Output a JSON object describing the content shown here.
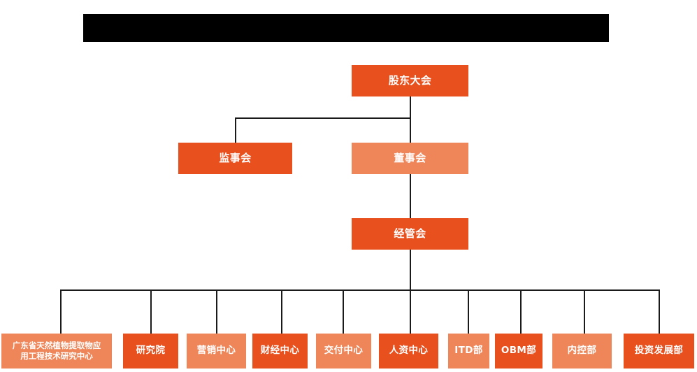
{
  "banner": {
    "name": "redacted-title-banner",
    "text": "",
    "color": "#000000"
  },
  "palette": {
    "background": "#ffffff",
    "accent_dark": "#E8501E",
    "accent_light": "#EE8659",
    "connector": "#1a1a1a",
    "node_text": "#ffffff"
  },
  "chart_data": {
    "type": "diagram",
    "diagram_type": "organization-chart",
    "title": "",
    "orientation": "top-down",
    "levels": [
      {
        "level": 1,
        "nodes": [
          {
            "id": "shareholders",
            "label": "股东大会",
            "tone": "dark"
          }
        ]
      },
      {
        "level": 2,
        "nodes": [
          {
            "id": "supervisors",
            "label": "监事会",
            "tone": "dark"
          },
          {
            "id": "directors",
            "label": "董事会",
            "tone": "light"
          }
        ]
      },
      {
        "level": 3,
        "nodes": [
          {
            "id": "management",
            "label": "经管会",
            "tone": "dark"
          }
        ]
      },
      {
        "level": 4,
        "nodes": [
          {
            "id": "research-center",
            "label": "广东省天然植物提取物应\n用工程技术研究中心",
            "tone": "light"
          },
          {
            "id": "research-institute",
            "label": "研究院",
            "tone": "dark"
          },
          {
            "id": "marketing-center",
            "label": "营销中心",
            "tone": "light"
          },
          {
            "id": "finance-center",
            "label": "财经中心",
            "tone": "dark"
          },
          {
            "id": "delivery-center",
            "label": "交付中心",
            "tone": "light"
          },
          {
            "id": "hr-center",
            "label": "人资中心",
            "tone": "dark"
          },
          {
            "id": "itd-dept",
            "label": "ITD部",
            "tone": "light"
          },
          {
            "id": "obm-dept",
            "label": "OBM部",
            "tone": "dark"
          },
          {
            "id": "internal-control-dept",
            "label": "内控部",
            "tone": "light"
          },
          {
            "id": "investment-dev-dept",
            "label": "投资发展部",
            "tone": "dark"
          }
        ]
      }
    ],
    "edges": [
      {
        "from": "shareholders",
        "to": "supervisors"
      },
      {
        "from": "shareholders",
        "to": "directors"
      },
      {
        "from": "directors",
        "to": "management"
      },
      {
        "from": "management",
        "to": "research-center"
      },
      {
        "from": "management",
        "to": "research-institute"
      },
      {
        "from": "management",
        "to": "marketing-center"
      },
      {
        "from": "management",
        "to": "finance-center"
      },
      {
        "from": "management",
        "to": "delivery-center"
      },
      {
        "from": "management",
        "to": "hr-center"
      },
      {
        "from": "management",
        "to": "itd-dept"
      },
      {
        "from": "management",
        "to": "obm-dept"
      },
      {
        "from": "management",
        "to": "internal-control-dept"
      },
      {
        "from": "management",
        "to": "investment-dev-dept"
      }
    ]
  }
}
